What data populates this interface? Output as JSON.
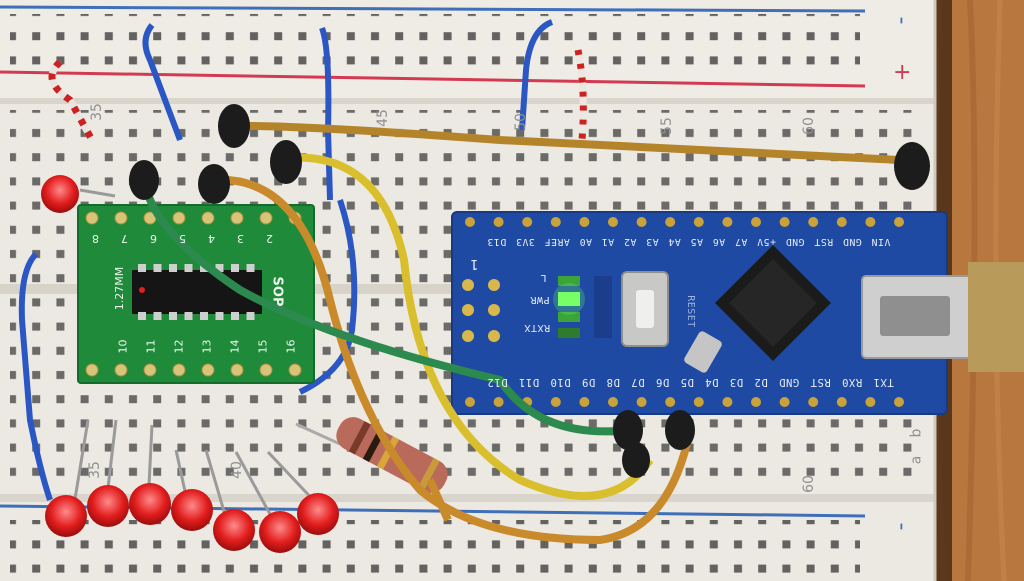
{
  "breadboard": {
    "column_labels": [
      "35",
      "45",
      "50",
      "55",
      "60",
      "35",
      "40",
      "60"
    ],
    "row_labels": [
      "a",
      "b"
    ],
    "rail_marks": {
      "plus": "+",
      "minus_top": "-",
      "minus_bottom": "-"
    }
  },
  "nano": {
    "top_pins": "VIN GND RST GND +5V A7 A6 A5 A4 A3 A2 A1 A0 AREF 3V3 D13",
    "bottom_pins": "TX1 RX0 RST GND D2 D3 D4 D5 D6 D7 D8 D9 D10 D11 D12",
    "led_labels": [
      "L",
      "PWR",
      "RXTX"
    ],
    "reset_label": "RESET",
    "pin1_label": "1"
  },
  "adapter": {
    "top_labels": [
      "8",
      "7",
      "6",
      "5",
      "4",
      "3",
      "2"
    ],
    "bottom_labels": [
      "10",
      "11",
      "12",
      "13",
      "14",
      "15",
      "16"
    ],
    "side_label": "1.27MM",
    "sop_label": "SOP"
  },
  "colors": {
    "board": "#ece9e2",
    "rail_red": "#d23a52",
    "rail_blue": "#3e6fb8",
    "nano_pcb": "#1f4aa3",
    "adapter_pcb": "#1e8a3a",
    "wire_yellow": "#d9bf2e",
    "wire_orange": "#c98a2c",
    "wire_green": "#2c8a4e",
    "wire_blue": "#2a57c4",
    "led_red": "#e02020",
    "led_green": "#6cff5c"
  }
}
